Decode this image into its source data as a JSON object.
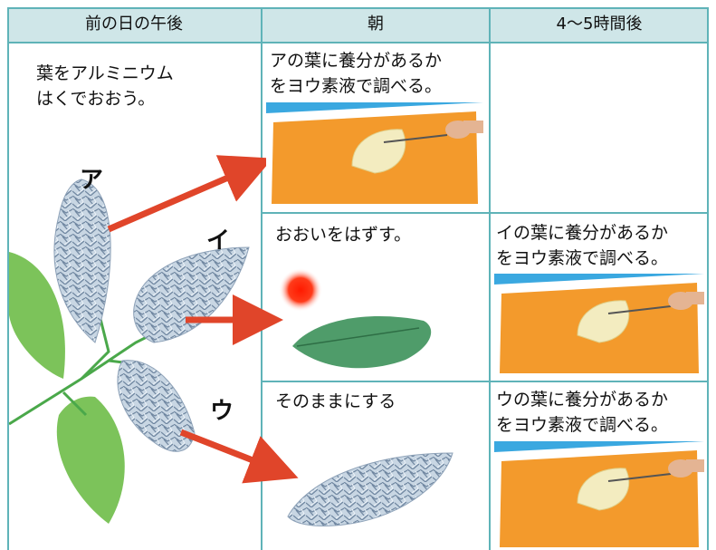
{
  "header": {
    "col1": "前の日の午後",
    "col2": "朝",
    "col3": "4～5時間後"
  },
  "col1": {
    "instruction_line1": "葉をアルミニウム",
    "instruction_line2": "はくでおおう。",
    "leaf_a": "ア",
    "leaf_i": "イ",
    "leaf_u": "ウ"
  },
  "row_a": {
    "morning_line1": "アの葉に養分があるか",
    "morning_line2": "をヨウ素液で調べる。"
  },
  "row_i": {
    "morning": "おおいをはずす。",
    "later_line1": "イの葉に養分があるか",
    "later_line2": "をヨウ素液で調べる。"
  },
  "row_u": {
    "morning": "そのままにする",
    "later_line1": "ウの葉に養分があるか",
    "later_line2": "をヨウ素液で調べる。"
  },
  "colors": {
    "grid": "#5fb3b8",
    "header_bg": "#cfe6e8",
    "arrow": "#e0452a",
    "tray": "#f39a2c",
    "sky": "#3aa8e0",
    "leaf_green": "#7cc35a",
    "foil": "#b9c9d8"
  }
}
